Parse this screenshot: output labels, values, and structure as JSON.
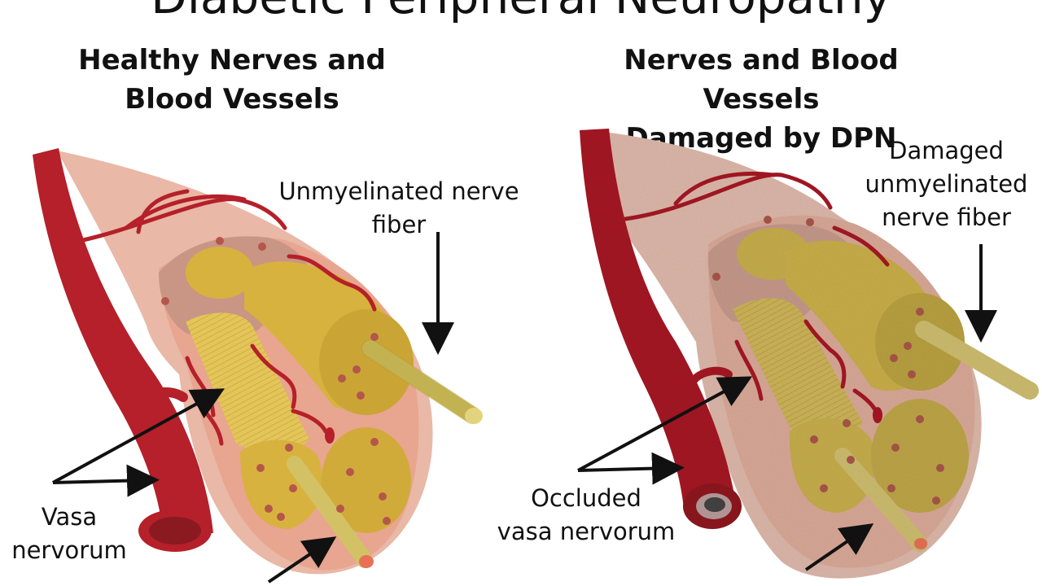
{
  "title": "Diabetic Peripheral Neuropathy",
  "left_panel": {
    "heading_line1": "Healthy Nerves and",
    "heading_line2": "Blood Vessels",
    "label_fiber_line1": "Unmyelinated nerve",
    "label_fiber_line2": "fiber",
    "label_vasa_line1": "Vasa",
    "label_vasa_line2": "nervorum"
  },
  "right_panel": {
    "heading_line1": "Nerves and Blood Vessels",
    "heading_line2": "Damaged by DPN",
    "label_fiber_line1": "Damaged",
    "label_fiber_line2": "unmyelinated",
    "label_fiber_line3": "nerve fiber",
    "label_vasa_line1": "Occluded",
    "label_vasa_line2": "vasa nervorum"
  },
  "colors": {
    "vessel": "#b5202a",
    "vessel_dark": "#8e1a22",
    "sheath": "#e8a58f",
    "sheath_outer": "#e5b3a4",
    "inner": "#cf9a86",
    "fascicle": "#d8b23e",
    "fascicle_dark": "#c29a2c",
    "fiber": "#d3c265",
    "damaged_sheath": "#ddb8aa",
    "damaged_fascicle": "#c6ad4d"
  }
}
